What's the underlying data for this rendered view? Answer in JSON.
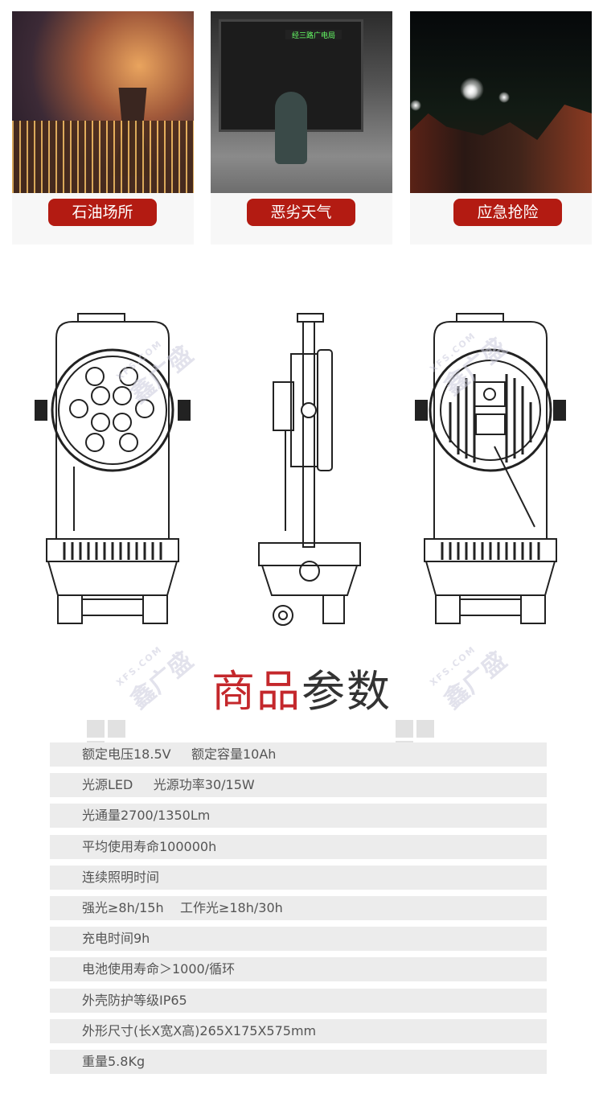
{
  "scenes": [
    {
      "label": "石油场所",
      "photo": "oil-refinery-night"
    },
    {
      "label": "恶劣天气",
      "photo": "rainy-street-bus",
      "bus_sign": "经三路广电局"
    },
    {
      "label": "应急抢险",
      "photo": "emergency-rescue-night"
    }
  ],
  "watermark": {
    "brand": "鑫广盛",
    "site": "XFS.COM"
  },
  "section_title": {
    "part1": "商品",
    "part2": "参数"
  },
  "specs": [
    "额定电压18.5V     额定容量10Ah",
    "光源LED     光源功率30/15W",
    "光通量2700/1350Lm",
    "平均使用寿命100000h",
    "连续照明时间",
    "强光≥8h/15h    工作光≥18h/30h",
    "充电时间9h",
    "电池使用寿命＞1000/循环",
    "外壳防护等级IP65",
    "外形尺寸(长X宽X高)265X175X575mm",
    "重量5.8Kg"
  ],
  "colors": {
    "accent": "#b31b12",
    "title_red": "#c4282c",
    "row_bg": "#ececec"
  }
}
